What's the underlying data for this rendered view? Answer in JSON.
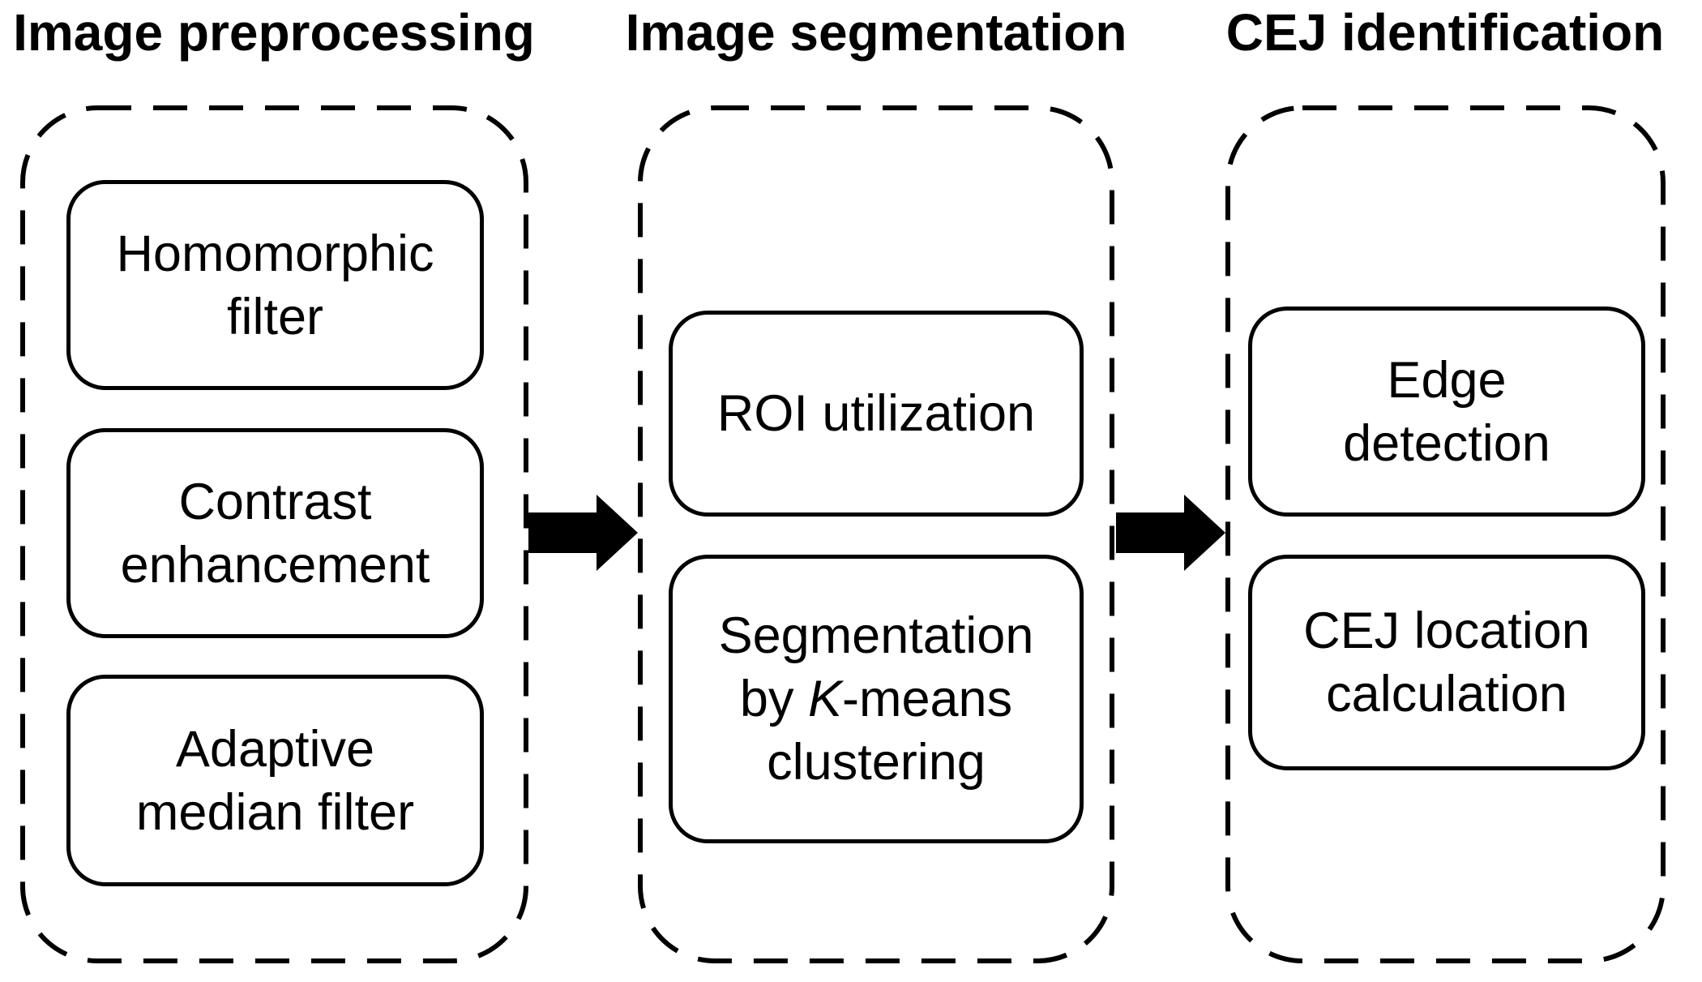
{
  "colors": {
    "ink": "#000000",
    "background": "#ffffff"
  },
  "diagram": {
    "stages": [
      {
        "header": "Image preprocessing",
        "steps": [
          {
            "lines": [
              "Homomorphic",
              "filter"
            ]
          },
          {
            "lines": [
              "Contrast",
              "enhancement"
            ]
          },
          {
            "lines": [
              "Adaptive",
              "median filter"
            ]
          }
        ]
      },
      {
        "header": "Image segmentation",
        "steps": [
          {
            "lines": [
              "ROI utilization"
            ]
          },
          {
            "line1": "Segmentation",
            "line2_pre": "by ",
            "line2_italic": "K",
            "line2_post": "-means",
            "line3": "clustering"
          }
        ]
      },
      {
        "header": "CEJ identification",
        "steps": [
          {
            "lines": [
              "Edge",
              "detection"
            ]
          },
          {
            "lines": [
              "CEJ location",
              "calculation"
            ]
          }
        ]
      }
    ],
    "connectors": [
      {
        "icon": "arrow-right-icon"
      },
      {
        "icon": "arrow-right-icon"
      }
    ]
  }
}
